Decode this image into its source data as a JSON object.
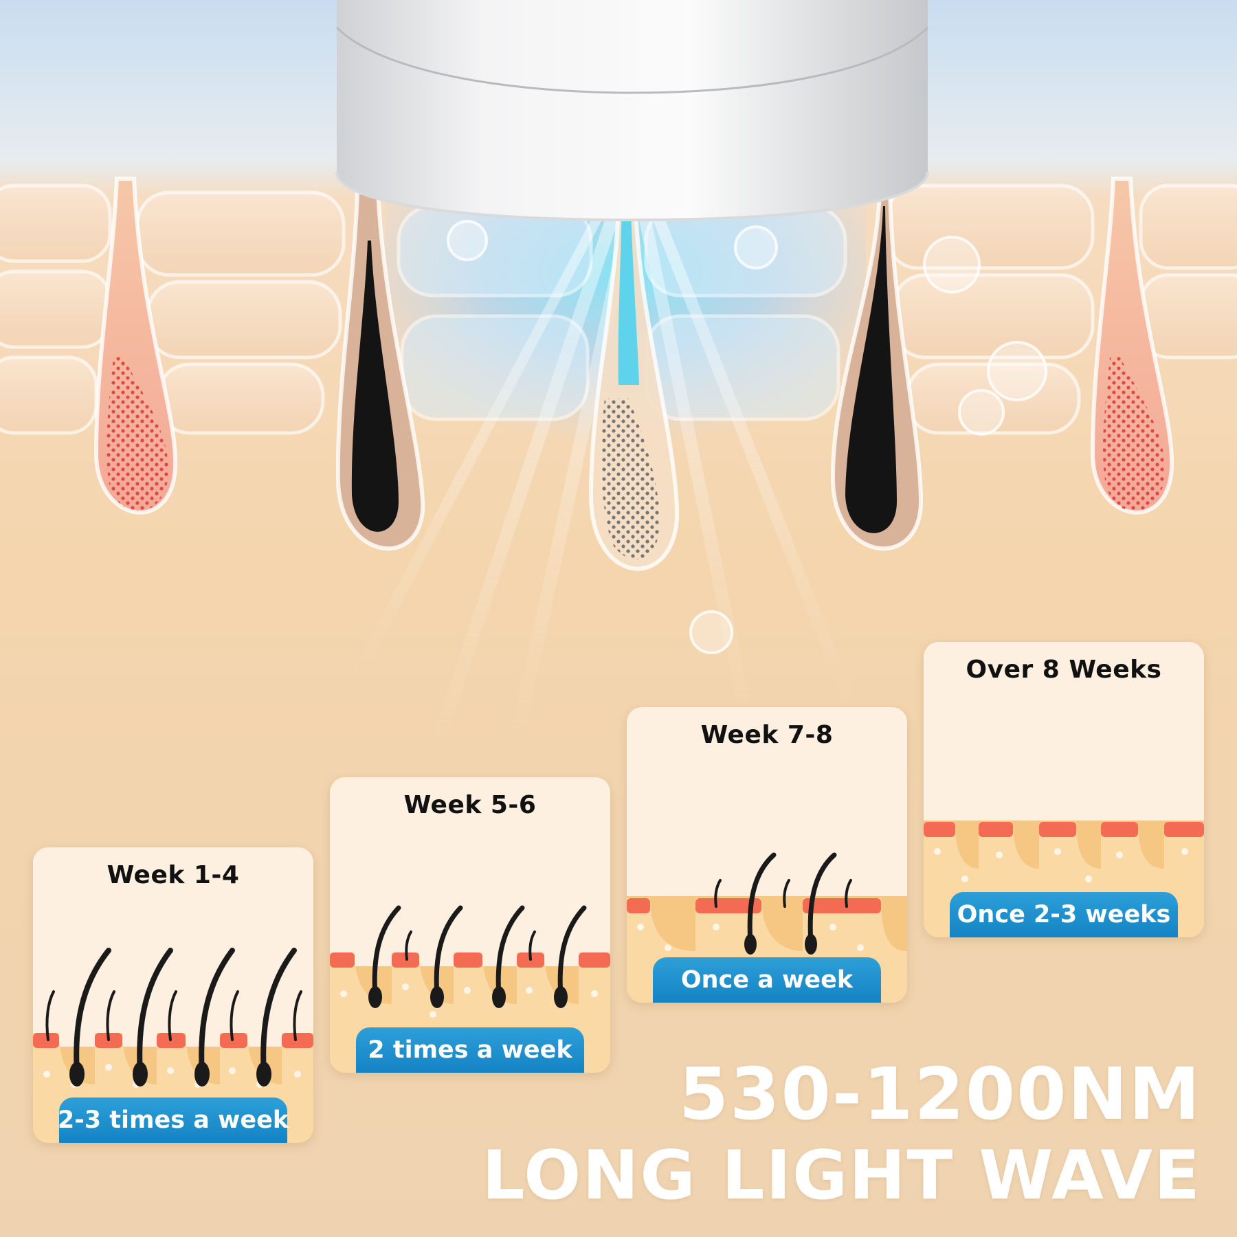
{
  "cards": [
    {
      "title": "Week 1-4",
      "frequency": "2-3 times a week"
    },
    {
      "title": "Week 5-6",
      "frequency": "2 times a week"
    },
    {
      "title": "Week 7-8",
      "frequency": "Once a week"
    },
    {
      "title": "Over 8 Weeks",
      "frequency": "Once 2-3 weeks"
    }
  ],
  "headline": {
    "line1": "530-1200NM",
    "line2": "LONG LIGHT WAVE"
  },
  "colors": {
    "sky": "#cfe0f1",
    "skin": "#f2d2a8",
    "card_bg": "#fdf0e1",
    "badge_blue": "#1b8ccb",
    "follicle_red": "#f06a52",
    "light_cyan": "#6fd8f4"
  }
}
